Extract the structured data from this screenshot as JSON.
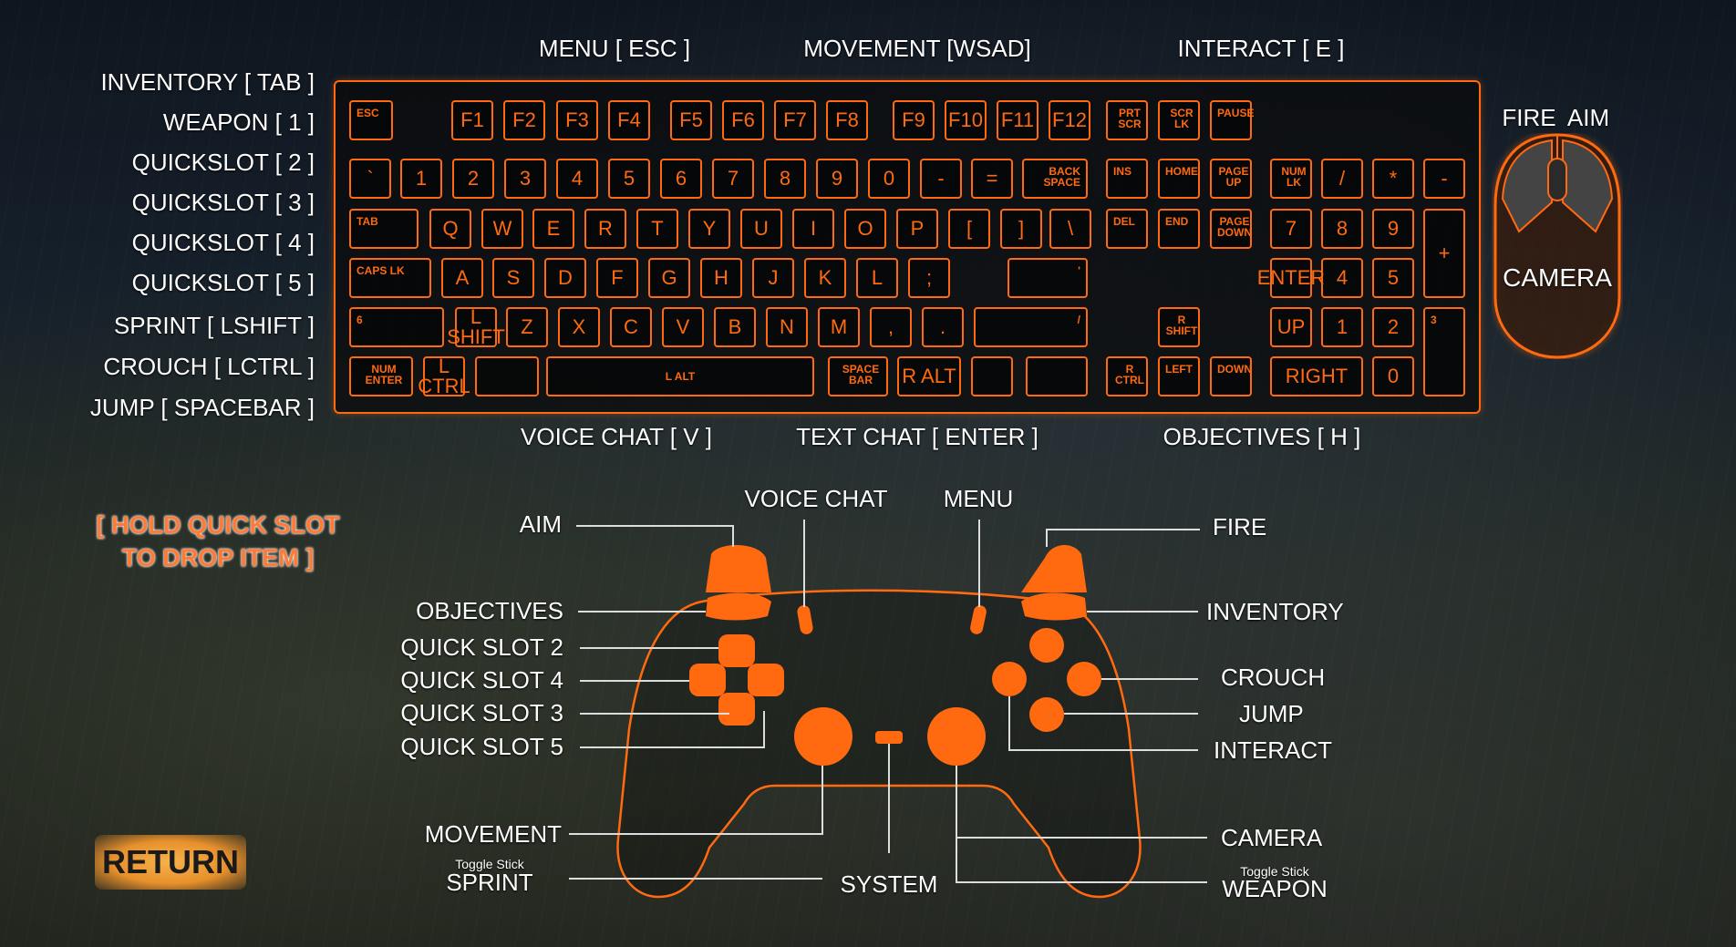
{
  "keyboard_bindings": {
    "top": [
      "MENU [ ESC ]",
      "MOVEMENT [WSAD]",
      "INTERACT [ E ]"
    ],
    "left": [
      "INVENTORY [ TAB ]",
      "WEAPON [ 1 ]",
      "QUICKSLOT [ 2 ]",
      "QUICKSLOT [ 3 ]",
      "QUICKSLOT [ 4 ]",
      "QUICKSLOT [ 5 ]",
      "SPRINT [ LSHIFT ]",
      "CROUCH [ LCTRL ]",
      "JUMP [ SPACEBAR ]"
    ],
    "bottom": [
      "VOICE CHAT [ V ]",
      "TEXT CHAT [ ENTER ]",
      "OBJECTIVES [ H ]"
    ]
  },
  "keyboard": {
    "keys": [
      "ESC",
      "F1",
      "F2",
      "F3",
      "F4",
      "F5",
      "F6",
      "F7",
      "F8",
      "F9",
      "F10",
      "F11",
      "F12",
      "PRT SCR",
      "SCR LK",
      "PAUSE",
      "`",
      "1",
      "2",
      "3",
      "4",
      "5",
      "6",
      "7",
      "8",
      "9",
      "0",
      "-",
      "=",
      "BACK SPACE",
      "INS",
      "HOME",
      "PAGE UP",
      "NUM LK",
      "/",
      "*",
      "-",
      "TAB",
      "Q",
      "W",
      "E",
      "R",
      "T",
      "Y",
      "U",
      "I",
      "O",
      "P",
      "[",
      "]",
      "\\",
      "DEL",
      "END",
      "PAGE DOWN",
      "7",
      "8",
      "9",
      "+",
      "CAPS LK",
      "A",
      "S",
      "D",
      "F",
      "G",
      "H",
      "J",
      "K",
      "L",
      ";",
      "'",
      "ENTER",
      "4",
      "5",
      "6",
      "L SHIFT",
      "Z",
      "X",
      "C",
      "V",
      "B",
      "N",
      "M",
      ",",
      ".",
      "/",
      "R SHIFT",
      "UP",
      "1",
      "2",
      "3",
      "NUM ENTER",
      "L CTRL",
      "",
      "L ALT",
      "SPACE BAR",
      "R ALT",
      "",
      "",
      "R CTRL",
      "LEFT",
      "DOWN",
      "RIGHT",
      "0",
      "."
    ]
  },
  "mouse": {
    "left": "FIRE",
    "right": "AIM",
    "bottom": "CAMERA"
  },
  "hold_hint": [
    "[ HOLD QUICK SLOT",
    "TO DROP ITEM ]"
  ],
  "return_label": "RETURN",
  "controller": {
    "top": [
      "VOICE CHAT",
      "MENU"
    ],
    "left": [
      "AIM",
      "OBJECTIVES",
      "QUICK SLOT 2",
      "QUICK SLOT 4",
      "QUICK SLOT 3",
      "QUICK SLOT 5",
      "MOVEMENT",
      "SPRINT"
    ],
    "right": [
      "FIRE",
      "INVENTORY",
      "CROUCH",
      "JUMP",
      "INTERACT",
      "CAMERA",
      "WEAPON"
    ],
    "bottom": "SYSTEM",
    "stick_note_left": "Toggle Stick",
    "stick_note_right": "Toggle Stick"
  },
  "colors": {
    "accent": "#ff6a10",
    "hint": "#ff7a35",
    "return_bg": "#e7902c"
  }
}
